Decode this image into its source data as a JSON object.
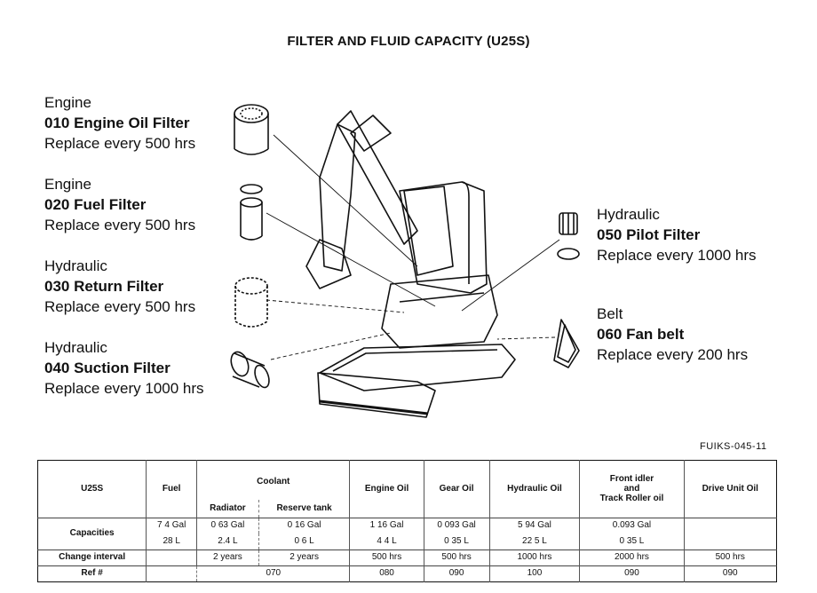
{
  "page": {
    "title": "FILTER AND FLUID CAPACITY (U25S)",
    "figure_code": "FUIKS-045-11"
  },
  "callouts": [
    {
      "category": "Engine",
      "name": "010 Engine Oil Filter",
      "replace": "Replace every 500 hrs"
    },
    {
      "category": "Engine",
      "name": "020 Fuel Filter",
      "replace": "Replace every 500 hrs"
    },
    {
      "category": "Hydraulic",
      "name": "030 Return Filter",
      "replace": "Replace every 500 hrs"
    },
    {
      "category": "Hydraulic",
      "name": "040 Suction Filter",
      "replace": "Replace every 1000 hrs"
    },
    {
      "category": "Hydraulic",
      "name": "050 Pilot Filter",
      "replace": "Replace every 1000 hrs"
    },
    {
      "category": "Belt",
      "name": "060 Fan belt",
      "replace": "Replace every 200 hrs"
    }
  ],
  "table": {
    "model": "U25S",
    "headers": {
      "fuel": "Fuel",
      "coolant": "Coolant",
      "radiator": "Radiator",
      "reserve_tank": "Reserve tank",
      "engine_oil": "Engine Oil",
      "gear_oil": "Gear Oil",
      "hydraulic_oil": "Hydraulic Oil",
      "front_idler_1": "Front idler",
      "front_idler_2": "and",
      "front_idler_3": "Track Roller oil",
      "drive_unit_oil": "Drive Unit Oil"
    },
    "row_labels": {
      "capacities": "Capacities",
      "change_interval": "Change interval",
      "ref": "Ref #"
    },
    "capacities_gal": {
      "fuel": "7 4 Gal",
      "radiator": "0 63 Gal",
      "reserve_tank": "0 16 Gal",
      "engine_oil": "1 16 Gal",
      "gear_oil": "0 093 Gal",
      "hydraulic_oil": "5 94 Gal",
      "front_idler": "0.093 Gal",
      "drive_unit_oil": ""
    },
    "capacities_l": {
      "fuel": "28 L",
      "radiator": "2.4 L",
      "reserve_tank": "0 6 L",
      "engine_oil": "4 4 L",
      "gear_oil": "0 35 L",
      "hydraulic_oil": "22 5 L",
      "front_idler": "0 35 L",
      "drive_unit_oil": ""
    },
    "change_interval": {
      "fuel": "",
      "radiator": "2 years",
      "reserve_tank": "2 years",
      "engine_oil": "500 hrs",
      "gear_oil": "500 hrs",
      "hydraulic_oil": "1000 hrs",
      "front_idler": "2000 hrs",
      "drive_unit_oil": "500 hrs"
    },
    "ref": {
      "fuel": "",
      "coolant": "070",
      "engine_oil": "080",
      "gear_oil": "090",
      "hydraulic_oil": "100",
      "front_idler": "090",
      "drive_unit_oil": "090"
    }
  }
}
